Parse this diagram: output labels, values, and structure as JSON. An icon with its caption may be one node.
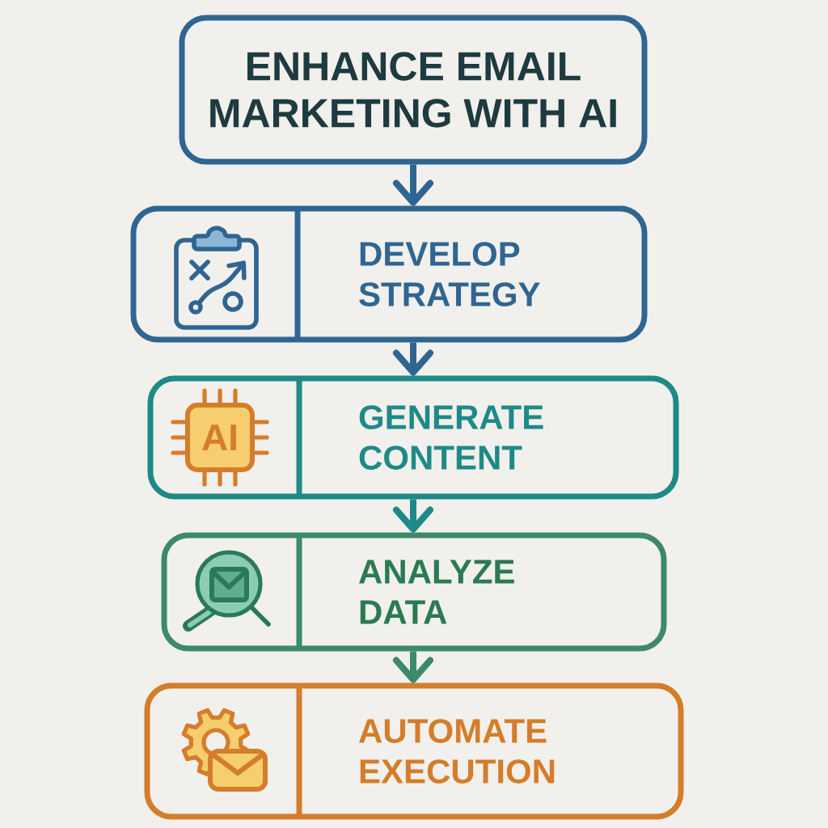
{
  "diagram": {
    "nodes": [
      {
        "text": [
          "ENHANCE EMAIL MARKETING WITH AI"
        ]
      },
      {
        "text": [
          "DEVELOP STRATEGY"
        ]
      },
      {
        "text": [
          "GENERATE CONTENT"
        ]
      },
      {
        "text": [
          "ANALYZE DATA"
        ]
      },
      {
        "text": [
          "AUTOMATE EXECUTION"
        ]
      }
    ],
    "edges": [
      {
        "from": 0,
        "to": 1,
        "arrow": "to"
      },
      {
        "from": 1,
        "to": 2,
        "arrow": "to"
      },
      {
        "from": 2,
        "to": 3,
        "arrow": "to",
        "color": "#1e8a88"
      },
      {
        "from": 3,
        "to": 4,
        "arrow": "to",
        "color": "#3d8a68"
      }
    ],
    "labels": [
      "AI"
    ]
  }
}
